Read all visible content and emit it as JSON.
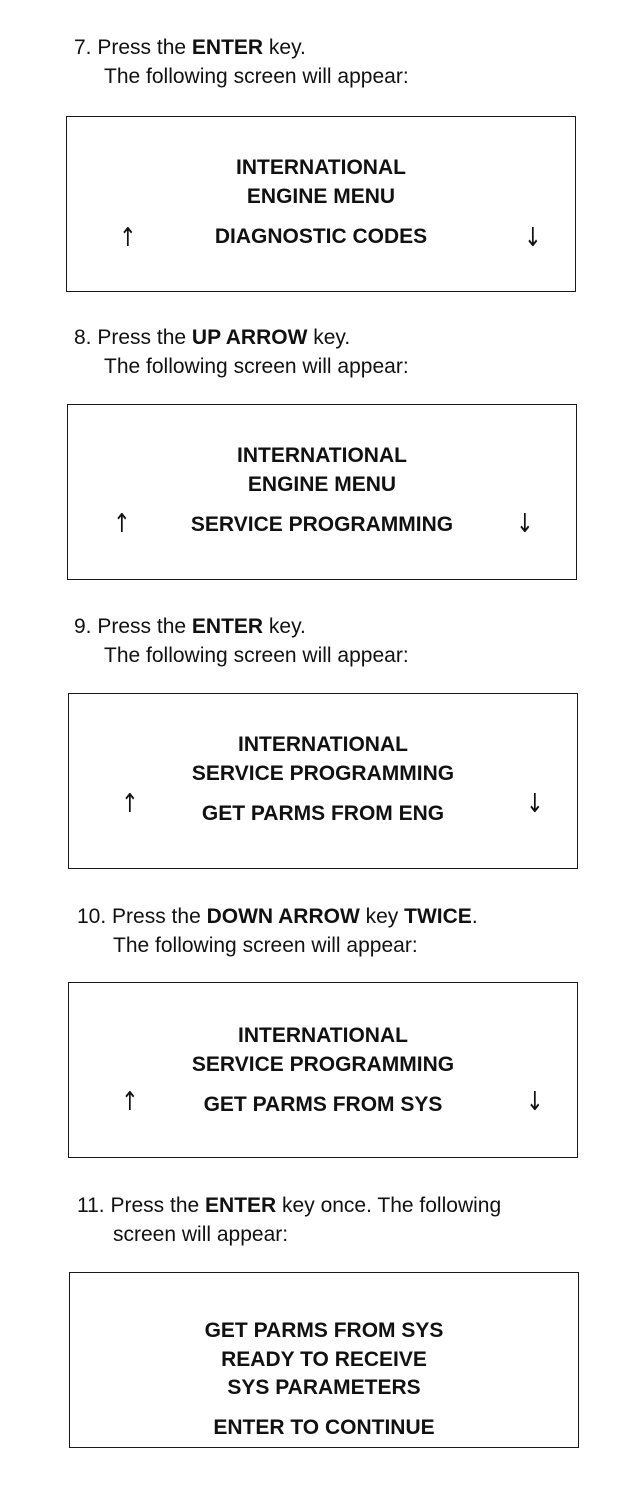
{
  "steps": [
    {
      "number": "7.",
      "line1_a": "Press the ",
      "line1_b": "ENTER",
      "line1_c": " key.",
      "line2": "The following screen will appear:",
      "screen": {
        "lines": [
          "INTERNATIONAL",
          "ENGINE MENU",
          "DIAGNOSTIC CODES"
        ],
        "up_arrow": "↑",
        "down_arrow": "↓"
      }
    },
    {
      "number": "8.",
      "line1_a": "Press the ",
      "line1_b": "UP ARROW",
      "line1_c": " key.",
      "line2": "The following screen will appear:",
      "screen": {
        "lines": [
          "INTERNATIONAL",
          "ENGINE MENU",
          "SERVICE PROGRAMMING"
        ],
        "up_arrow": "↑",
        "down_arrow": "↓"
      }
    },
    {
      "number": "9.",
      "line1_a": "Press the ",
      "line1_b": "ENTER",
      "line1_c": " key.",
      "line2": "The following screen will appear:",
      "screen": {
        "lines": [
          "INTERNATIONAL",
          "SERVICE PROGRAMMING",
          "GET PARMS FROM ENG"
        ],
        "up_arrow": "↑",
        "down_arrow": "↓"
      }
    },
    {
      "number": "10.",
      "line1_a": "Press the ",
      "line1_b": "DOWN ARROW",
      "line1_c": " key ",
      "line1_d": "TWICE",
      "line1_e": ".",
      "line2": "The following screen will appear:",
      "screen": {
        "lines": [
          "INTERNATIONAL",
          "SERVICE PROGRAMMING",
          "GET PARMS FROM SYS"
        ],
        "up_arrow": "↑",
        "down_arrow": "↓"
      }
    },
    {
      "number": "11.",
      "line1_a": "Press the ",
      "line1_b": "ENTER",
      "line1_c": " key once. The following",
      "line2": "screen will appear:",
      "screen": {
        "lines": [
          "GET PARMS FROM SYS",
          "READY TO RECEIVE",
          "SYS PARAMETERS",
          "ENTER TO CONTINUE"
        ]
      }
    }
  ]
}
